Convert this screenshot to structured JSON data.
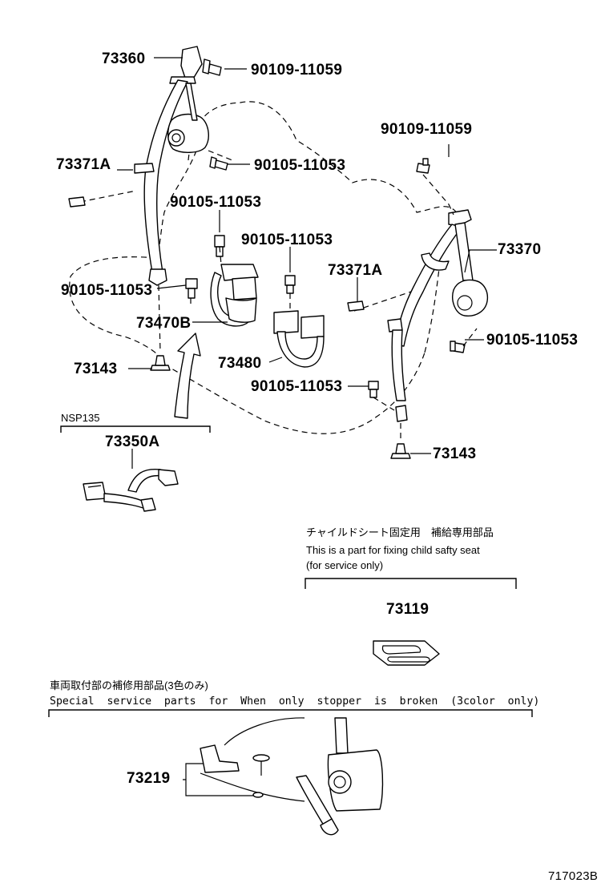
{
  "part_labels": {
    "p73360": "73360",
    "p90109_top": "90109-11059",
    "p90105_a": "90105-11053",
    "p73371A_left": "73371A",
    "p90109_right": "90109-11059",
    "p90105_b": "90105-11053",
    "p90105_c": "90105-11053",
    "p73370": "73370",
    "p73371A_right": "73371A",
    "p90105_left": "90105-11053",
    "p73470B": "73470B",
    "p90105_right": "90105-11053",
    "p73143_left": "73143",
    "p73480": "73480",
    "p90105_bottom": "90105-11053",
    "p73143_right": "73143",
    "p73350A": "73350A",
    "p73119": "73119",
    "p73219": "73219"
  },
  "notes": {
    "nsp": "NSP135",
    "child_seat_jp": "チャイルドシート固定用　補給専用部品",
    "child_seat_en": "This is a part for fixing child safty seat",
    "child_seat_en2": "(for service only)",
    "repair_jp": "車両取付部の補修用部品(3色のみ)",
    "repair_en": "Special  service  parts  for  When  only  stopper  is  broken  (3color  only)"
  },
  "figure_id": "717023B",
  "icons": {
    "arrow": "large-arrow-icon",
    "bolt": "bolt-icon"
  }
}
